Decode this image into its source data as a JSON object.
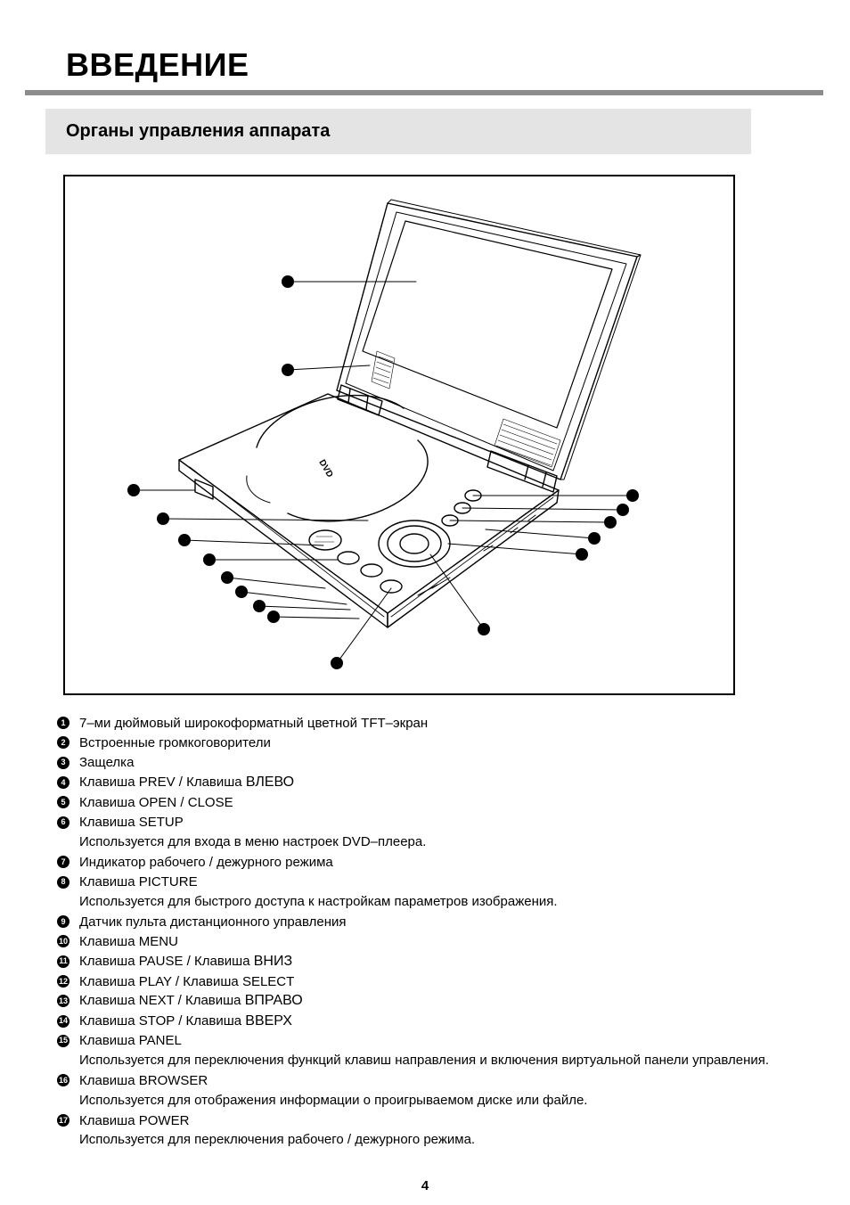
{
  "header": {
    "title": "ВВЕДЕНИЕ",
    "section": "Органы управления аппарата"
  },
  "items": [
    {
      "num": "1",
      "parts": [
        [
          "7–ми дюймовый широкоформатный цветной TFT–экран",
          ""
        ]
      ],
      "desc": ""
    },
    {
      "num": "2",
      "parts": [
        [
          "Встроенные громкоговорители",
          ""
        ]
      ],
      "desc": ""
    },
    {
      "num": "3",
      "parts": [
        [
          "Защелка",
          ""
        ]
      ],
      "desc": ""
    },
    {
      "num": "4",
      "parts": [
        [
          "Клавиша ",
          ""
        ],
        [
          "PREV /",
          "b"
        ],
        [
          " Клавиша ",
          ""
        ],
        [
          "ВЛЕВО",
          "b big"
        ]
      ],
      "desc": ""
    },
    {
      "num": "5",
      "parts": [
        [
          "Клавиша ",
          ""
        ],
        [
          "OPEN / CLOSE",
          "b"
        ]
      ],
      "desc": ""
    },
    {
      "num": "6",
      "parts": [
        [
          "Клавиша ",
          ""
        ],
        [
          "SETUP",
          "b"
        ]
      ],
      "desc": "Используется для входа в меню настроек DVD–плеера."
    },
    {
      "num": "7",
      "parts": [
        [
          "Индикатор рабочего / дежурного режима",
          ""
        ]
      ],
      "desc": ""
    },
    {
      "num": "8",
      "parts": [
        [
          "Клавиша ",
          ""
        ],
        [
          "PICTURE",
          "b"
        ]
      ],
      "desc": "Используется для быстрого доступа к настройкам параметров изображения."
    },
    {
      "num": "9",
      "parts": [
        [
          "Датчик пульта дистанционного управления",
          ""
        ]
      ],
      "desc": ""
    },
    {
      "num": "10",
      "parts": [
        [
          "Клавиша ",
          ""
        ],
        [
          "MENU",
          "b"
        ]
      ],
      "desc": ""
    },
    {
      "num": "11",
      "parts": [
        [
          "Клавиша ",
          ""
        ],
        [
          "PAUSE /",
          "b"
        ],
        [
          " Клавиша ",
          ""
        ],
        [
          "ВНИЗ",
          "b big"
        ]
      ],
      "desc": ""
    },
    {
      "num": "12",
      "parts": [
        [
          "Клавиша ",
          ""
        ],
        [
          "PLAY",
          "b"
        ],
        [
          " / Клавиша ",
          ""
        ],
        [
          "SELECT",
          "b"
        ]
      ],
      "desc": ""
    },
    {
      "num": "13",
      "parts": [
        [
          "Клавиша ",
          ""
        ],
        [
          "NEXT",
          "b"
        ],
        [
          " / Клавиша ",
          ""
        ],
        [
          "ВПРАВО",
          "b big"
        ]
      ],
      "desc": ""
    },
    {
      "num": "14",
      "parts": [
        [
          "Клавиша ",
          ""
        ],
        [
          "STOP",
          "b"
        ],
        [
          " / Клавиша ",
          ""
        ],
        [
          "ВВЕРХ",
          "b big"
        ]
      ],
      "desc": ""
    },
    {
      "num": "15",
      "parts": [
        [
          "Клавиша ",
          ""
        ],
        [
          "PANEL",
          "b"
        ]
      ],
      "desc": "Используется для переключения функций клавиш направления и включения виртуальной панели управления."
    },
    {
      "num": "16",
      "parts": [
        [
          "Клавиша ",
          ""
        ],
        [
          "BROWSER",
          "b"
        ]
      ],
      "desc": "Используется для отображения информации о проигрываемом диске или файле."
    },
    {
      "num": "17",
      "parts": [
        [
          "Клавиша ",
          ""
        ],
        [
          "POWER",
          "b"
        ]
      ],
      "desc": "Используется для переключения рабочего / дежурного режима."
    }
  ],
  "figure": {
    "logo_text": "DVD"
  },
  "page_number": "4"
}
